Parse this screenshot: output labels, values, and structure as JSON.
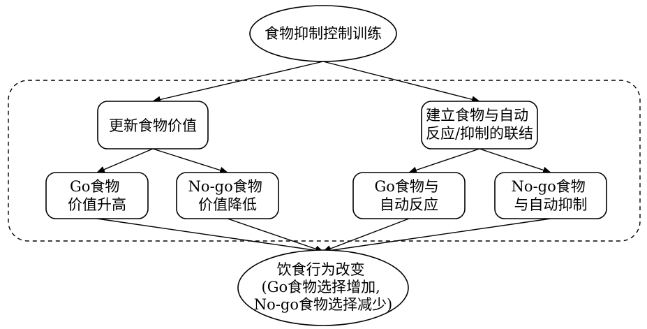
{
  "nodes": {
    "root": {
      "lines": [
        "食物抑制控制训练"
      ]
    },
    "update_value": {
      "lines": [
        "更新食物价值"
      ]
    },
    "build_assoc": {
      "lines": [
        "建立食物与自动",
        "反应/抑制的联结"
      ]
    },
    "go_value": {
      "lines": [
        "Go食物",
        "价值升高"
      ]
    },
    "nogo_value": {
      "lines": [
        "No-go食物",
        "价值降低"
      ]
    },
    "go_assoc": {
      "lines": [
        "Go食物与",
        "自动反应"
      ]
    },
    "nogo_assoc": {
      "lines": [
        "No-go食物",
        "与自动抑制"
      ]
    },
    "outcome": {
      "lines": [
        "饮食行为改变",
        "(Go食物选择增加,",
        "No-go食物选择减少)"
      ]
    }
  },
  "edges": [
    {
      "from": "root",
      "to": "update_value"
    },
    {
      "from": "root",
      "to": "build_assoc"
    },
    {
      "from": "update_value",
      "to": "go_value"
    },
    {
      "from": "update_value",
      "to": "nogo_value"
    },
    {
      "from": "build_assoc",
      "to": "go_assoc"
    },
    {
      "from": "build_assoc",
      "to": "nogo_assoc"
    },
    {
      "from": "go_value",
      "to": "outcome"
    },
    {
      "from": "nogo_value",
      "to": "outcome"
    },
    {
      "from": "go_assoc",
      "to": "outcome"
    },
    {
      "from": "nogo_assoc",
      "to": "outcome"
    }
  ],
  "style": {
    "stroke_color": "#000000",
    "fill_color": "#ffffff",
    "text_color": "#000000"
  }
}
